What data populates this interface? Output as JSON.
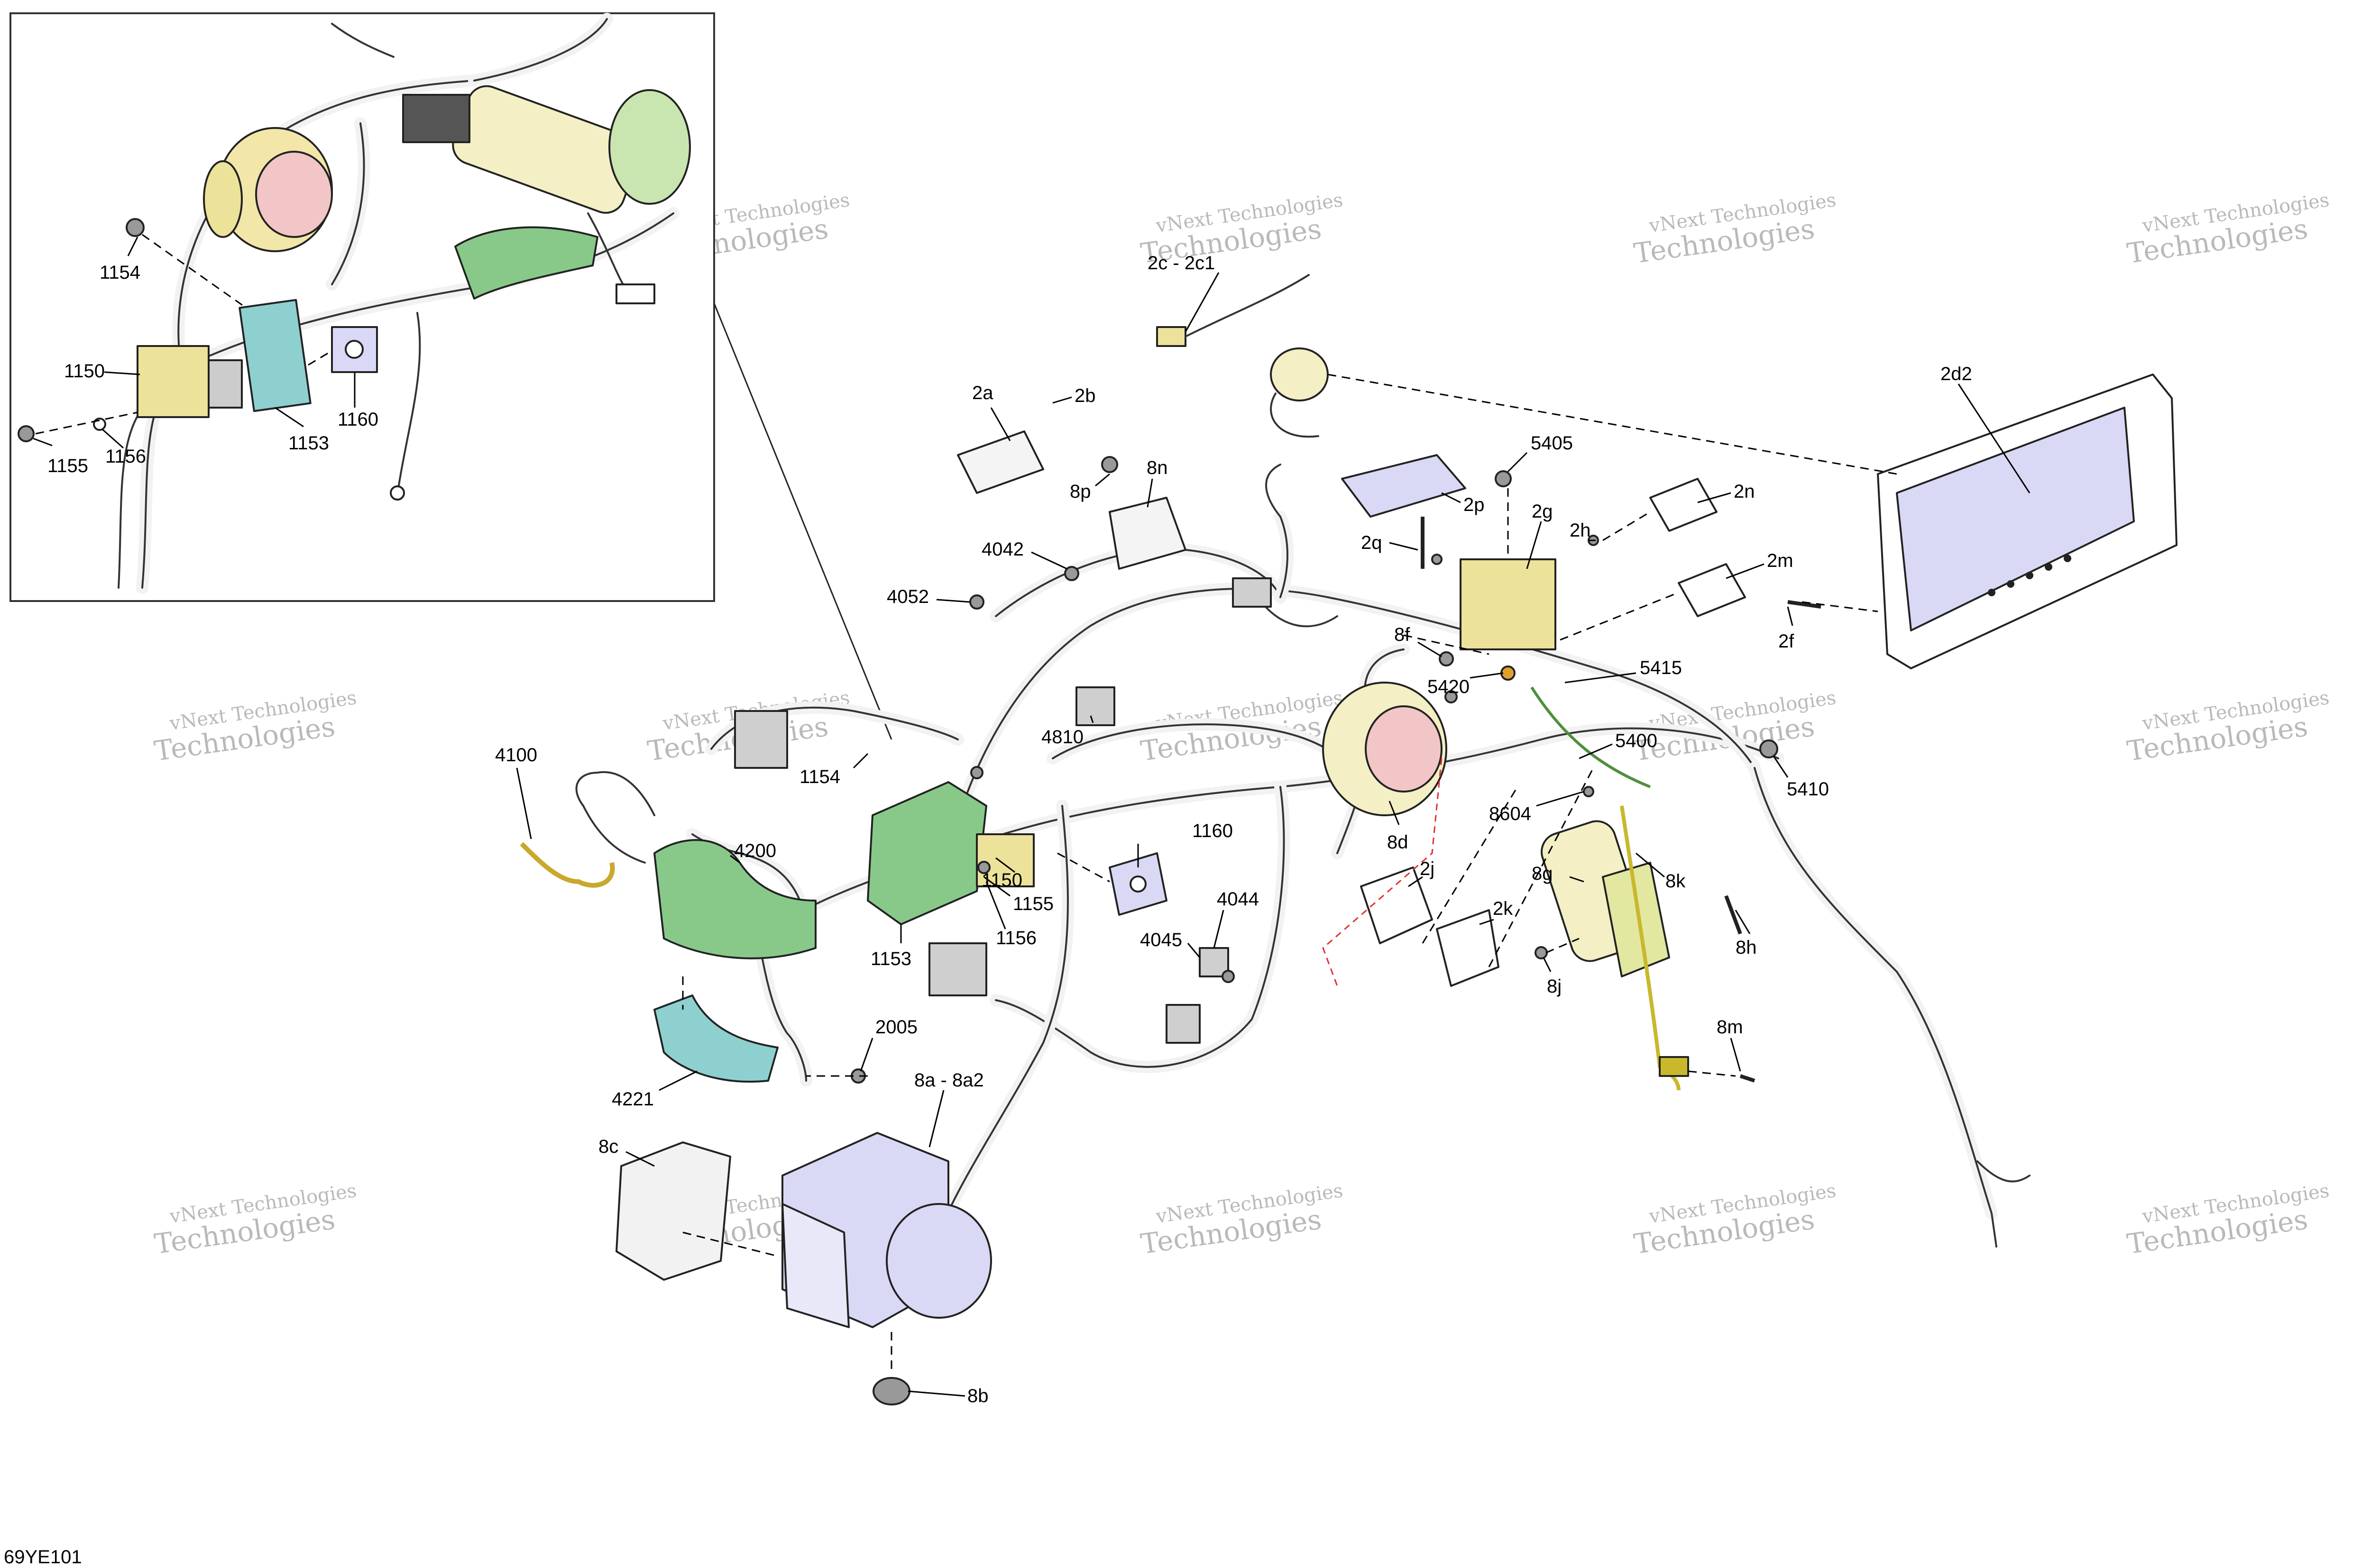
{
  "figure_id": "69YE101",
  "watermark": {
    "line1": "vNext Technologies",
    "line2": "Technologies"
  },
  "colors": {
    "lavender": "#d9d9f5",
    "yellow": "#ede29a",
    "green": "#88c98a",
    "teal": "#8ed0d0",
    "cream": "#f4efc4",
    "pink": "#f2c6c6",
    "red_dash": "#e03030"
  },
  "inset": {
    "labels": [
      "1154",
      "1150",
      "1160",
      "1155",
      "1156",
      "1153"
    ]
  },
  "callouts": [
    "2c - 2c1",
    "2a",
    "2b",
    "2d2",
    "8n",
    "8p",
    "5405",
    "2p",
    "2n",
    "2g",
    "2h",
    "2q",
    "2m",
    "4042",
    "4052",
    "8f",
    "5420",
    "5415",
    "2f",
    "4810",
    "1154",
    "5400",
    "4100",
    "5410",
    "8604",
    "1160",
    "4200",
    "1150",
    "8d",
    "1155",
    "8k",
    "2j",
    "8g",
    "1156",
    "1153",
    "2k",
    "4044",
    "8h",
    "4045",
    "8j",
    "2005",
    "8m",
    "8a - 8a2",
    "4221",
    "8c",
    "8b"
  ]
}
